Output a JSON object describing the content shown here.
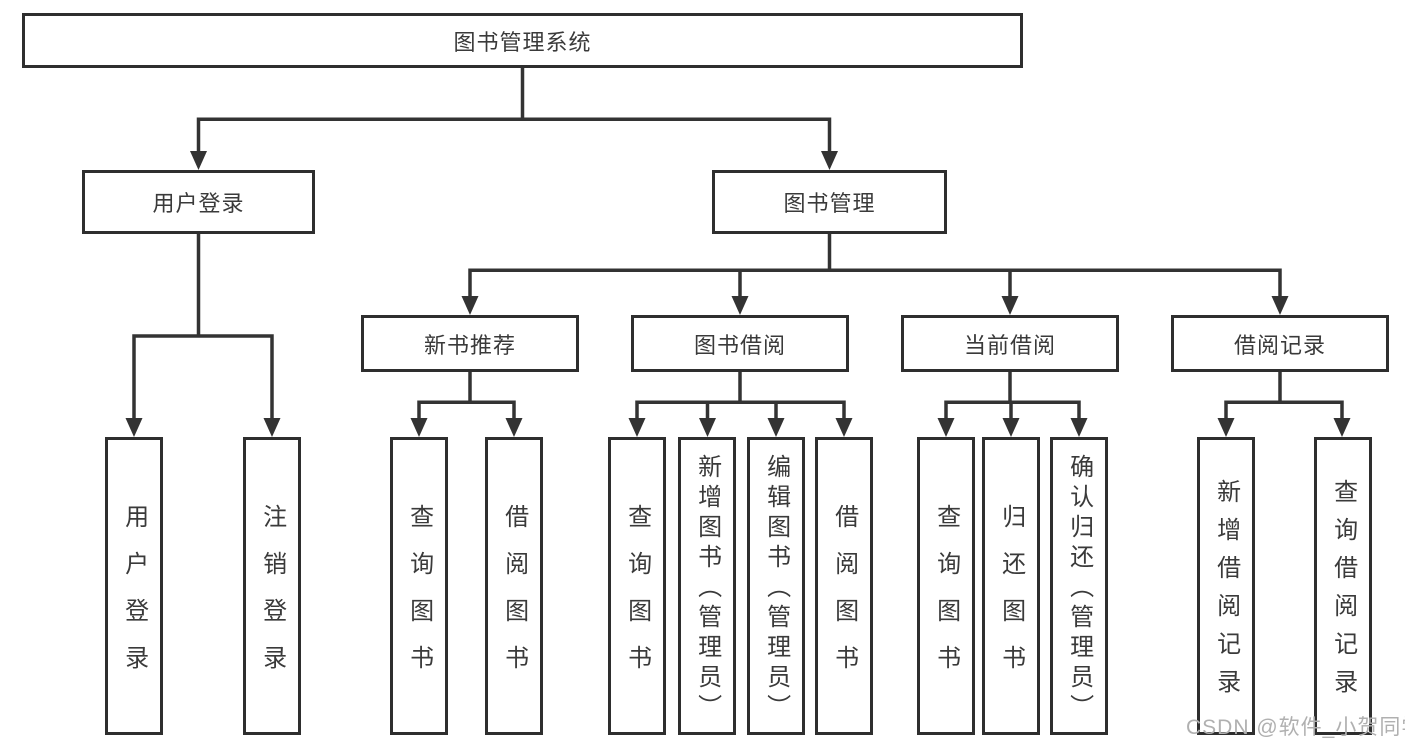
{
  "tree": {
    "root": "图书管理系统",
    "branches": [
      {
        "label": "用户登录",
        "children": [
          "用户登录",
          "注销登录"
        ]
      },
      {
        "label": "图书管理",
        "sections": [
          {
            "label": "新书推荐",
            "children": [
              "查询图书",
              "借阅图书"
            ]
          },
          {
            "label": "图书借阅",
            "children": [
              "查询图书",
              "新增图书（管理员）",
              "编辑图书（管理员）",
              "借阅图书"
            ]
          },
          {
            "label": "当前借阅",
            "children": [
              "查询图书",
              "归还图书",
              "确认归还（管理员）"
            ]
          },
          {
            "label": "借阅记录",
            "children": [
              "新增借阅记录",
              "查询借阅记录"
            ]
          }
        ]
      }
    ]
  },
  "watermark": "CSDN @软件_小贺同学",
  "colors": {
    "line": "#333333",
    "box_border": "#2e2e2e",
    "text": "#3a3a3a",
    "watermark": "#b0b0b0",
    "background": "#ffffff"
  }
}
